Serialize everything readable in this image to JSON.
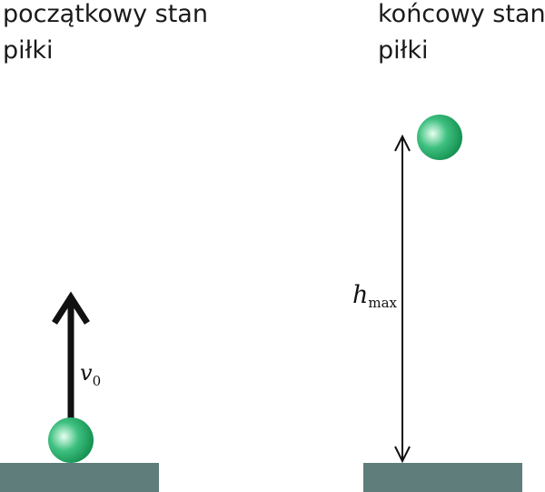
{
  "initial_state": {
    "caption_line1": "początkowy stan",
    "caption_line2": "piłki",
    "velocity_symbol": "v",
    "velocity_subscript": "0"
  },
  "final_state": {
    "caption_line1": "końcowy stan",
    "caption_line2": "piłki",
    "height_symbol": "h",
    "height_subscript": "max"
  },
  "colors": {
    "ground": "#5f7d7a",
    "ball_light": "#e8fff0",
    "ball_mid": "#3fc080",
    "ball_dark": "#0e8a4a",
    "arrow": "#111111"
  },
  "icons": {
    "velocity_arrow": "arrow-up-icon",
    "height_arrow": "double-arrow-vertical-icon",
    "ball": "ball-icon"
  }
}
